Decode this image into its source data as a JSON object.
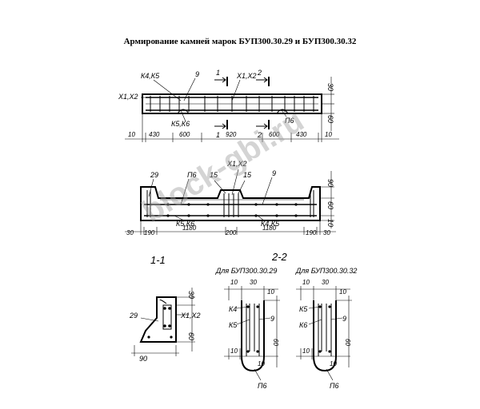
{
  "title": "Армирование камней марок БУП300.30.29 и БУП300.30.32",
  "watermark": "block-gbi.ru",
  "plan": {
    "labels": {
      "k4k5": "К4,К5",
      "n9": "9",
      "x1x2_left": "Х1,Х2",
      "x1x2_top": "Х1,Х2",
      "k5k6": "К5,К6",
      "p6": "П6",
      "cut1_top": "1",
      "cut1_bot": "1",
      "cut2_top": "2",
      "cut2_bot": "2",
      "r30": "30",
      "r60": "60"
    },
    "dims": [
      "10",
      "430",
      "600",
      "920",
      "600",
      "430",
      "10"
    ]
  },
  "elevation": {
    "labels": {
      "n29": "29",
      "p6": "П6",
      "n15a": "15",
      "n15b": "15",
      "x1x2": "Х1,Х2",
      "n9": "9",
      "k5k6": "К5,К6",
      "k4k5": "К4,К5",
      "r90": "90",
      "r60": "60",
      "r10": "10"
    },
    "dims": [
      "30",
      "190",
      "1180",
      "200",
      "1180",
      "190",
      "30"
    ]
  },
  "section11": {
    "heading": "1-1",
    "labels": {
      "n29": "29",
      "x1x2": "Х1,Х2",
      "r30": "30",
      "r60": "60",
      "b90": "90"
    }
  },
  "section22": {
    "heading": "2-2",
    "left": {
      "caption": "Для БУП300.30.29",
      "top_a": "10",
      "top_b": "30",
      "top_c": "10",
      "k_top": "К4",
      "k_bot": "К5",
      "n9": "9",
      "bot_a": "10",
      "bot_b": "10",
      "side": "60",
      "p6": "П6"
    },
    "right": {
      "caption": "Для БУП300.30.32",
      "top_a": "10",
      "top_b": "30",
      "top_c": "10",
      "k_top": "К5",
      "k_bot": "К6",
      "n9": "9",
      "bot_a": "10",
      "bot_b": "10",
      "side": "60",
      "p6": "П6"
    }
  }
}
